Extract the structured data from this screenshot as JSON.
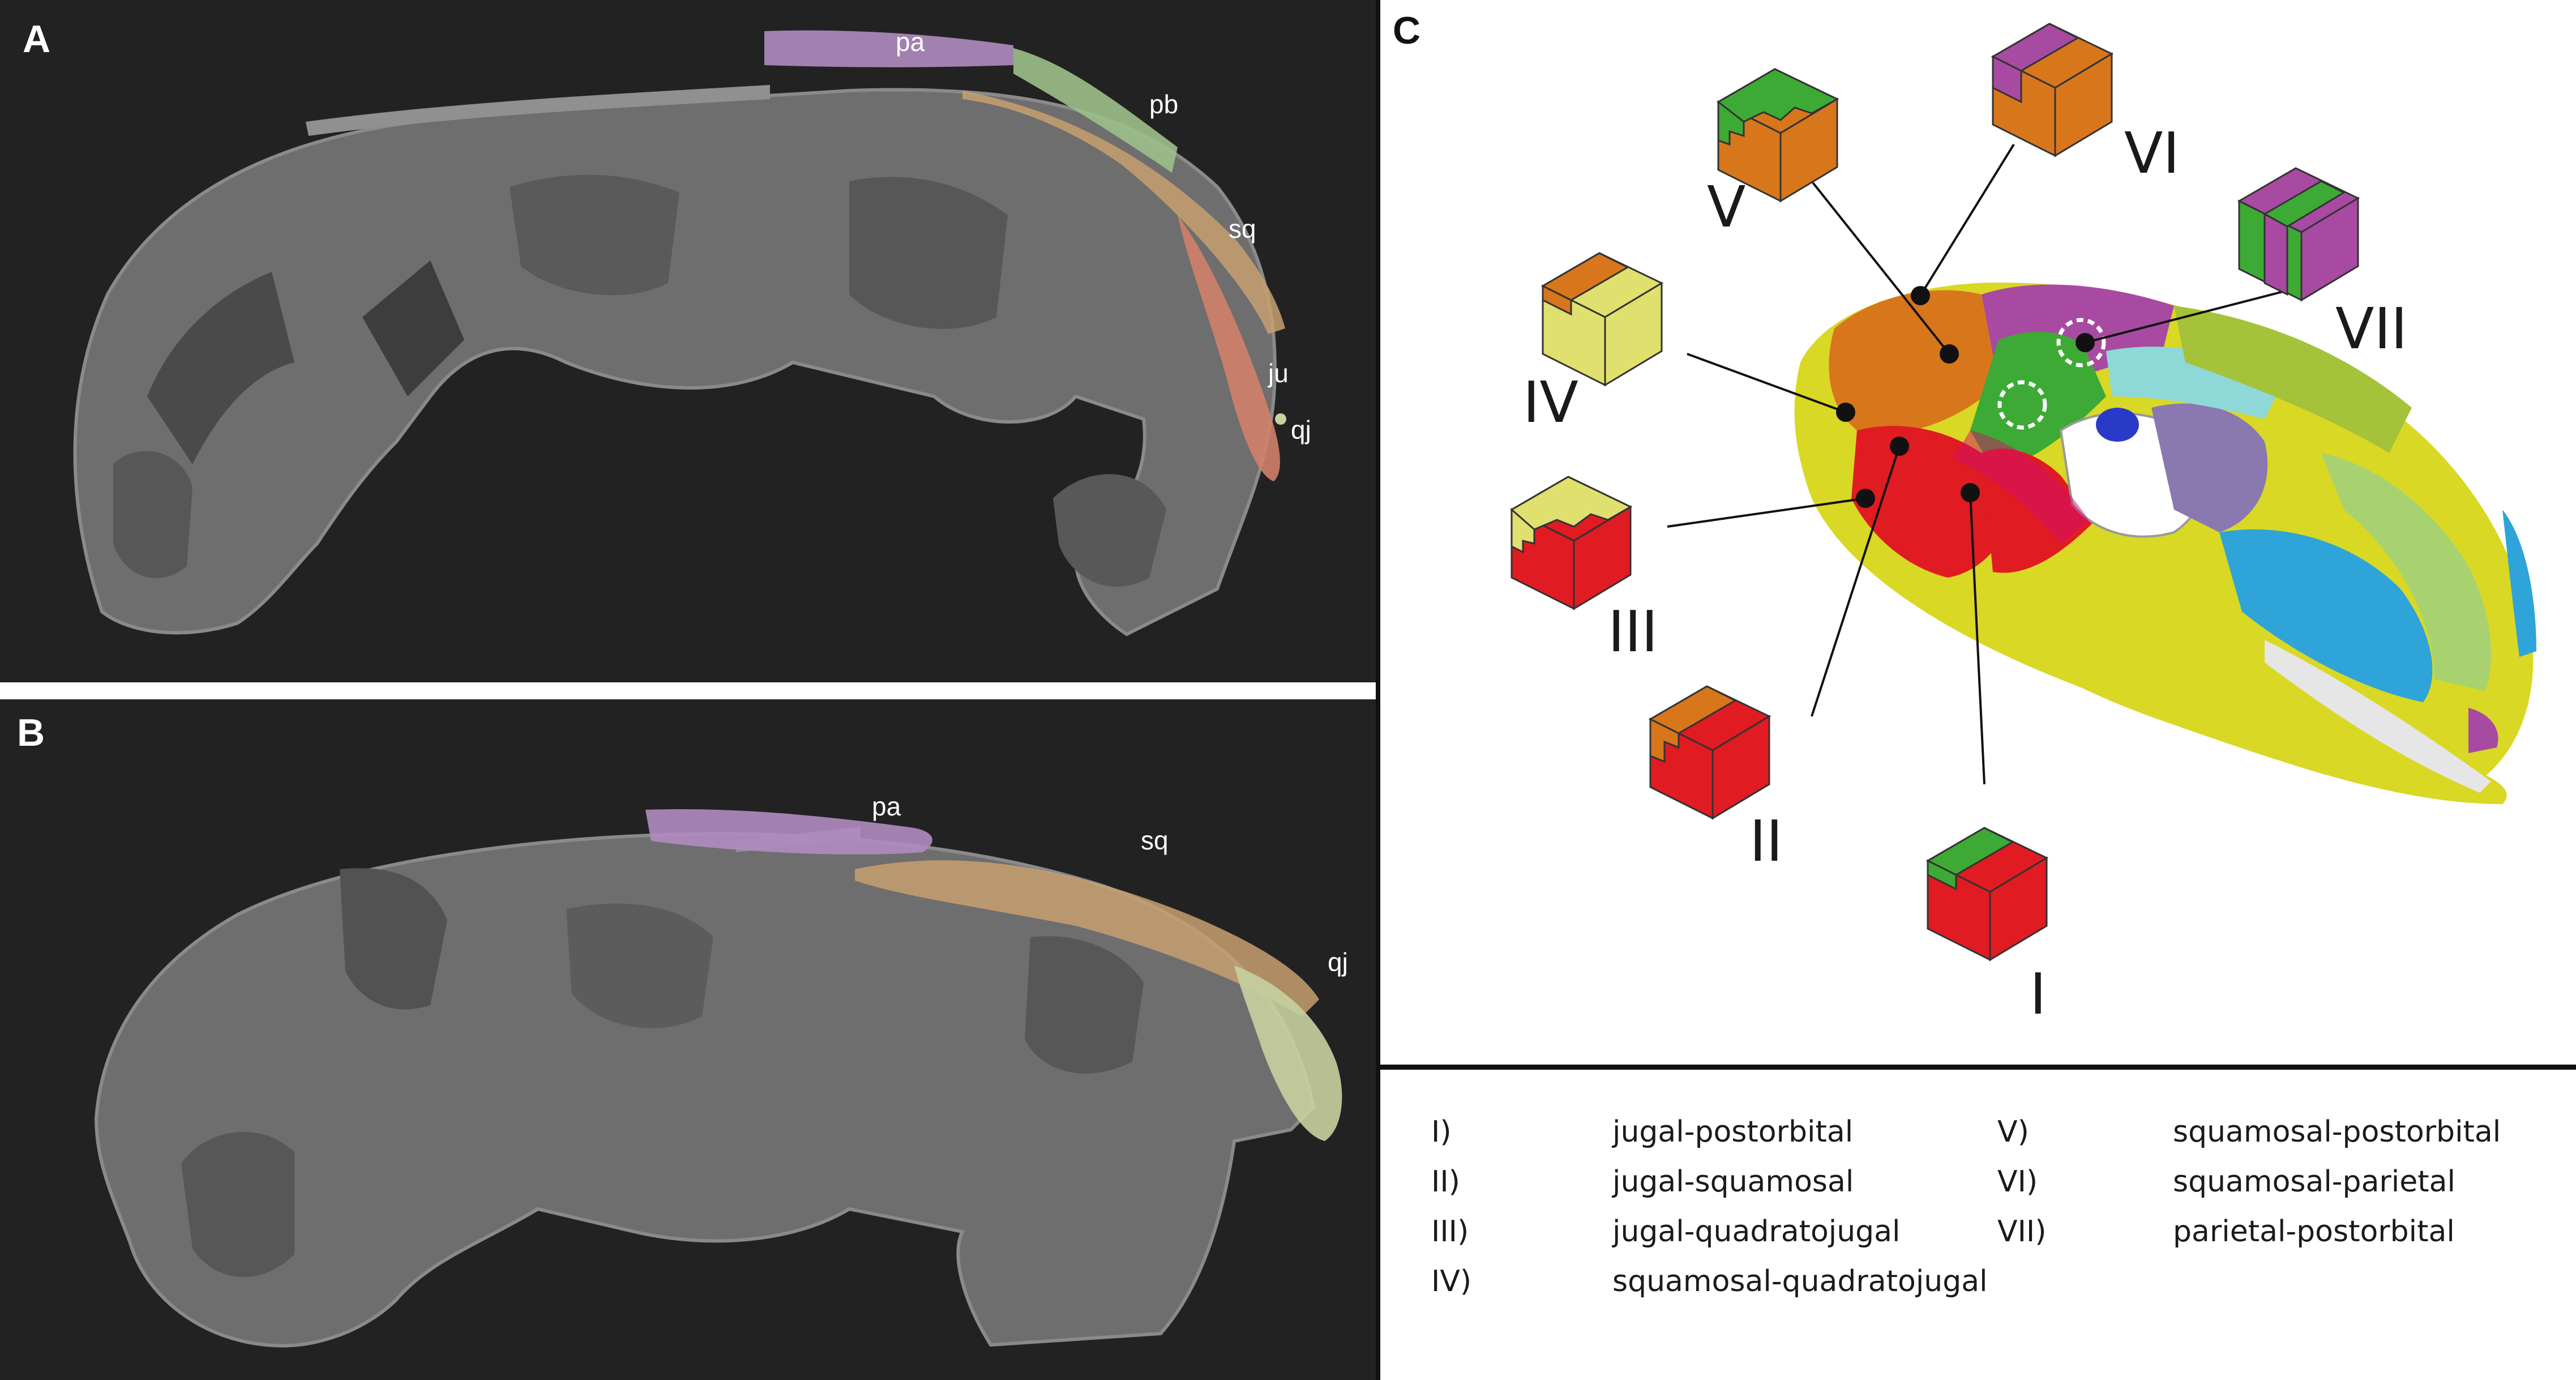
{
  "panels": {
    "a": {
      "letter": "A",
      "labels": {
        "pa": "pa",
        "pb": "pb",
        "sq": "sq",
        "ju": "ju",
        "qj": "qj"
      }
    },
    "b": {
      "letter": "B",
      "labels": {
        "pa": "pa",
        "sq": "sq",
        "qj": "qj"
      }
    },
    "c": {
      "letter": "C",
      "cube_labels": [
        "I",
        "II",
        "III",
        "IV",
        "V",
        "VI",
        "VII"
      ]
    }
  },
  "legend": {
    "left": [
      {
        "num": "I)",
        "text": "jugal-postorbital"
      },
      {
        "num": "II)",
        "text": "jugal-squamosal"
      },
      {
        "num": "III)",
        "text": "jugal-quadratojugal"
      },
      {
        "num": "IV)",
        "text": "squamosal-quadratojugal"
      }
    ],
    "right": [
      {
        "num": "V)",
        "text": "squamosal-postorbital"
      },
      {
        "num": "VI)",
        "text": "squamosal-parietal"
      },
      {
        "num": "VII)",
        "text": "parietal-postorbital"
      }
    ]
  },
  "colors": {
    "parietal": "#b08cc0",
    "postorbital": "#9cc08a",
    "squamosal": "#c8a070",
    "jugal": "#d0806a",
    "quadratojugal": "#c8d0a0",
    "cube_red": "#e11b22",
    "cube_orange": "#d8761c",
    "cube_green": "#3daa35",
    "cube_purple": "#a84aa2",
    "cube_yellow": "#dfe06e"
  }
}
